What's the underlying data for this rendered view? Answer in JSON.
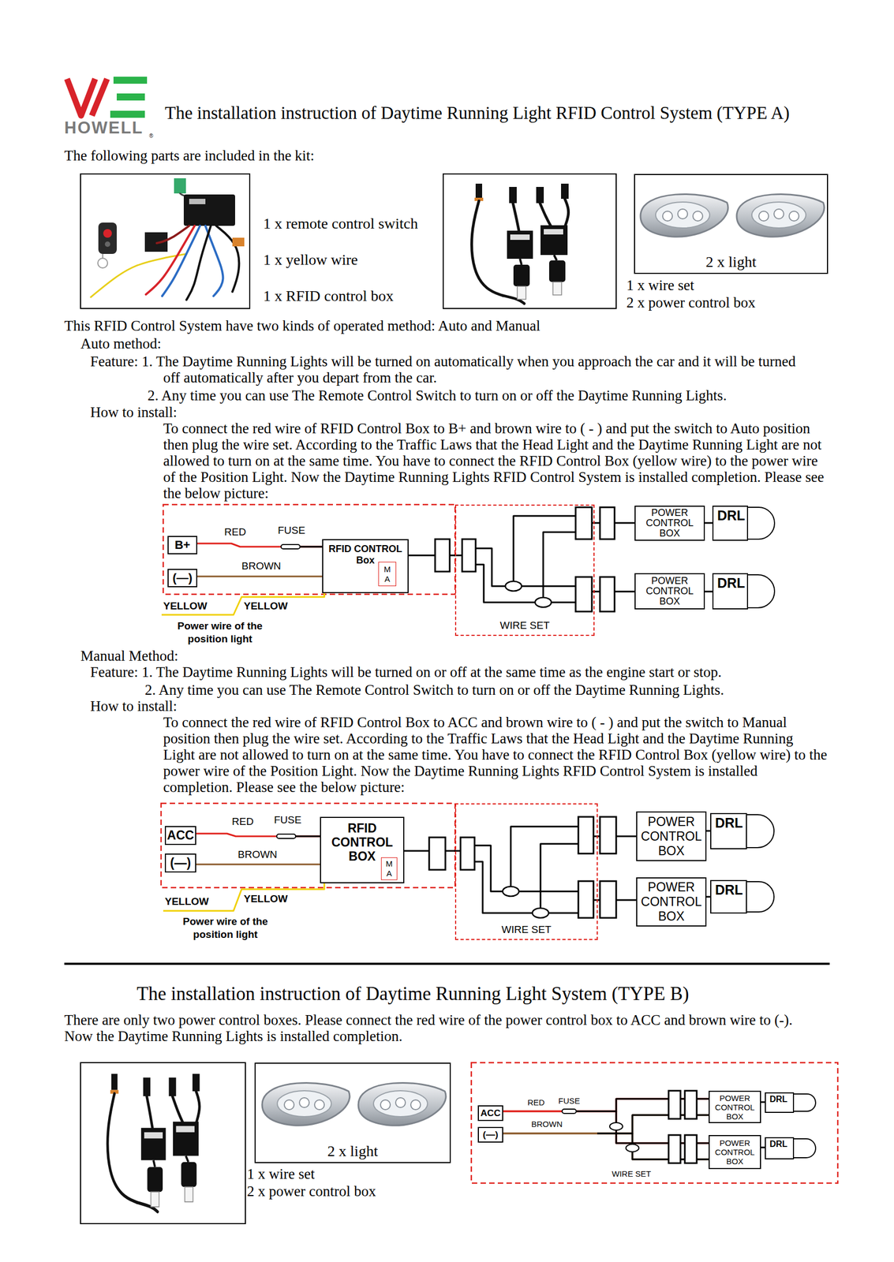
{
  "diagram": {
    "title": "The installation instruction of Daytime Running Light RFID Control System (TYPE A)",
    "nodes": [
      {
        "text": [
          "2 x light"
        ]
      },
      {
        "text": [
          "B+"
        ]
      },
      {
        "text": [
          "(—)"
        ]
      },
      {
        "text": [
          "RFID CONTROL Box"
        ]
      },
      {
        "text": [
          "M",
          "A"
        ],
        "in": 3
      },
      {
        "text": [
          "WIRE SET"
        ]
      },
      {
        "text": [
          "POWER CONTROL BOX"
        ]
      },
      {
        "text": [
          "DRL"
        ]
      },
      {
        "text": [
          "POWER CONTROL BOX"
        ]
      },
      {
        "text": [
          "DRL"
        ]
      },
      {
        "text": [
          "ACC"
        ]
      },
      {
        "text": [
          "(—)"
        ]
      },
      {
        "text": [
          "RFID CONTROL BOX"
        ]
      },
      {
        "text": [
          "M",
          "A"
        ],
        "in": 12
      },
      {
        "text": [
          "WIRE SET"
        ]
      },
      {
        "text": [
          "POWER CONTROL BOX"
        ]
      },
      {
        "text": [
          "DRL"
        ]
      },
      {
        "text": [
          "POWER CONTROL BOX"
        ]
      },
      {
        "text": [
          "DRL"
        ]
      },
      {
        "text": [
          "2 x light"
        ]
      },
      {
        "text": [
          "ACC"
        ]
      },
      {
        "text": [
          "(—)"
        ]
      },
      {
        "text": [
          "POWER CONTROL BOX"
        ]
      },
      {
        "text": [
          "DRL"
        ]
      },
      {
        "text": [
          "POWER CONTROL BOX"
        ]
      },
      {
        "text": [
          "DRL"
        ]
      }
    ],
    "edges": [
      {
        "from": 1,
        "to": 3,
        "label": "RED",
        "arrow": "none"
      },
      {
        "from": 2,
        "to": 3,
        "label": "BROWN",
        "arrow": "none"
      },
      {
        "from": 3,
        "to": 5,
        "arrow": "none"
      },
      {
        "from": 5,
        "to": 6,
        "arrow": "none"
      },
      {
        "from": 5,
        "to": 8,
        "arrow": "none"
      },
      {
        "from": 6,
        "to": 7,
        "arrow": "none"
      },
      {
        "from": 8,
        "to": 9,
        "arrow": "none"
      },
      {
        "from": 10,
        "to": 12,
        "label": "RED",
        "arrow": "none"
      },
      {
        "from": 11,
        "to": 12,
        "label": "BROWN",
        "arrow": "none"
      },
      {
        "from": 12,
        "to": 14,
        "arrow": "none"
      },
      {
        "from": 14,
        "to": 15,
        "arrow": "none"
      },
      {
        "from": 14,
        "to": 17,
        "arrow": "none"
      },
      {
        "from": 15,
        "to": 16,
        "arrow": "none"
      },
      {
        "from": 17,
        "to": 18,
        "arrow": "none"
      },
      {
        "from": 20,
        "to": 22,
        "label": "RED",
        "arrow": "none"
      },
      {
        "from": 20,
        "to": 24,
        "arrow": "none"
      },
      {
        "from": 21,
        "to": 22,
        "label": "BROWN",
        "arrow": "none"
      },
      {
        "from": 21,
        "to": 24,
        "arrow": "none"
      },
      {
        "from": 22,
        "to": 23,
        "arrow": "none"
      },
      {
        "from": 24,
        "to": 25,
        "arrow": "none"
      }
    ],
    "labels": [
      "HOWELL",
      "®",
      "The following parts are included in the kit:",
      "1 x remote control switch",
      "1 x yellow wire",
      "1 x RFID control box",
      "1 x wire set",
      "2 x power control box",
      "This RFID Control System have two kinds of operated method: Auto and Manual",
      "Auto method:",
      "Feature: 1. The Daytime Running Lights will be turned on automatically when you approach the car and it will be turned off automatically after you depart from the car.",
      "2. Any time you can use The Remote Control Switch to turn on or off the Daytime Running Lights.",
      "How to install:",
      "To connect the red wire of RFID Control Box to B+ and brown wire to ( - ) and put the switch to Auto position then plug the wire set. According to the Traffic Laws that the Head Light and the Daytime Running Light are not allowed to turn on at the same time. You have to connect the RFID Control Box (yellow wire) to the power wire of the Position Light. Now the Daytime Running Lights RFID Control System is installed completion. Please see the below picture:",
      "FUSE",
      "YELLOW",
      "YELLOW",
      "Power wire of the position light",
      "Manual Method:",
      "Feature: 1. The Daytime Running Lights will be turned on or off at the same time as the engine start or stop.",
      "2. Any time you can use The Remote Control Switch to turn on or off the Daytime Running Lights.",
      "How to install:",
      "To connect the red wire of RFID Control Box to ACC and brown wire to ( - ) and put the switch to Manual position then plug the wire set. According to the Traffic Laws that the Head Light and the Daytime Running Light are not allowed to turn on at the same time. You have to connect the RFID Control Box (yellow wire) to the power wire of the Position Light. Now the Daytime Running Lights RFID Control System is installed completion. Please see the below picture:",
      "FUSE",
      "YELLOW",
      "YELLOW",
      "Power wire of the position light",
      "The installation instruction of Daytime Running Light System (TYPE B)",
      "There are only two power control boxes. Please connect the red wire of the power control box to ACC and brown wire to (-). Now the Daytime Running Lights is installed completion.",
      "1 x wire set",
      "2 x power control box",
      "FUSE",
      "WIRE SET"
    ]
  }
}
